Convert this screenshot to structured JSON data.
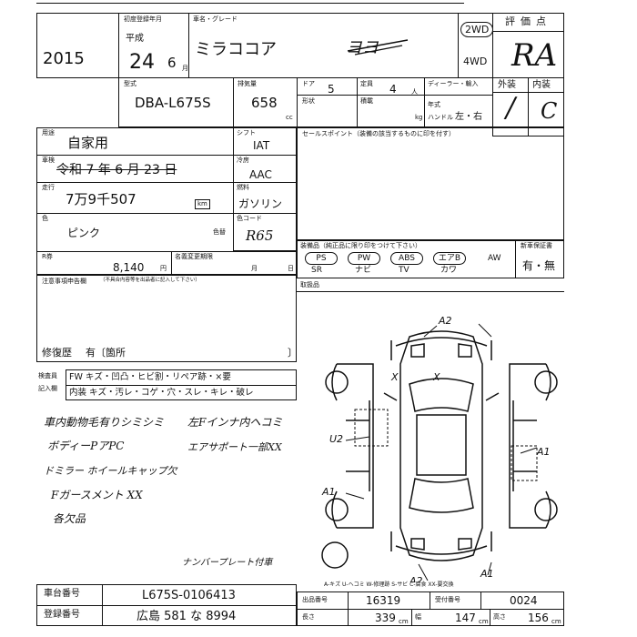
{
  "header": {
    "year": "2015",
    "era_label": "初度登録年月",
    "era": "平成",
    "reg_year": "24",
    "reg_month": "6",
    "month_suffix": "月",
    "name_label": "車名・グレード",
    "car_name": "ミラココア",
    "grade_scribble": "ヨヨ",
    "drive_2wd": "2WD",
    "drive_4wd": "4WD",
    "score_label": "評価点",
    "score": "RA",
    "exterior_label": "外装",
    "interior_label": "内装",
    "exterior_grade": "/",
    "interior_grade": "C"
  },
  "spec": {
    "model_label": "型式",
    "model": "DBA-L675S",
    "displacement_label": "排気量",
    "displacement": "658",
    "cc": "cc",
    "doors_label": "ドア",
    "doors": "5",
    "capacity_label": "定員",
    "capacity": "4",
    "person": "人",
    "type_label": "形状",
    "load_label": "積載",
    "kg": "kg",
    "dealer_label": "ディーラー・輸入",
    "year_label": "年式",
    "handle_label": "ハンドル",
    "handle": "左・右"
  },
  "left": {
    "use_label": "用途",
    "use": "自家用",
    "inspection_label": "車検",
    "inspection": "令和 7 年 6 月 23 日",
    "mileage_label": "走行",
    "mileage": "7万9千507",
    "km": "km",
    "color_label": "色",
    "color": "ピンク",
    "color_no_label": "色替",
    "recycle_label": "R券",
    "recycle": "8,140",
    "yen": "円",
    "deadline_label": "名義変更期限",
    "deadline_month": "月",
    "deadline_day": "日",
    "notes_label": "注意事項申告欄",
    "notes_sub": "（不具合内容等を出品者に記入して下さい）",
    "repair_label": "修復歴",
    "repair": "有〔箇所",
    "repair_close": "〕"
  },
  "trans": {
    "shift_label": "シフト",
    "shift": "IAT",
    "aircon_label": "冷房",
    "aircon": "AAC",
    "fuel_label": "燃料",
    "fuel": "ガソリン",
    "color_code_label": "色コード",
    "color_code": "R65"
  },
  "selling_points": {
    "label": "セールスポイント（装備の該当するものに印を付す）",
    "equip_label": "装備品（純正品に限り印をつけて下さい）",
    "options": [
      "PS",
      "PW",
      "ABS",
      "エアB",
      "AW",
      "SR",
      "ナビ",
      "TV",
      "カワ"
    ],
    "nav_label": "新車保証書",
    "nav_value": "有・無",
    "misc_label": "取扱品"
  },
  "inspector": {
    "label": "検査員",
    "label2": "記入欄",
    "row1": "FW キズ・凹凸・ヒビ割・リペア跡・×要",
    "row2": "内装 キズ・汚レ・コゲ・穴・スレ・キレ・破レ",
    "notes": [
      "車内動物毛有りシミシミ",
      "ボディーPアPC",
      "ドミラー ホイールキャップ欠",
      "Fガースメント XX",
      "各欠品",
      "左Fインナ内ヘコミ",
      "エアサポート一部XX"
    ]
  },
  "diagram": {
    "marks": [
      "A2",
      "X",
      "X",
      "U2",
      "A1",
      "A1",
      "A2",
      "A1"
    ],
    "plate_note": "ナンバープレート付車",
    "legend": "A-キズ U-ヘコミ W-修理跡 S-サビ C-腐食 XX-要交換"
  },
  "footer": {
    "lot_label": "車台番号",
    "lot": "L675S-0106413",
    "reg_label": "登録番号",
    "reg": "広島 581 な 8994",
    "auction_label": "出品番号",
    "auction_no": "16319",
    "length_label": "長さ",
    "length": "339",
    "width_label": "幅",
    "width": "147",
    "height_label": "高さ",
    "height": "156",
    "seat_label": "受付番号",
    "seat_no": "0024",
    "cm": "cm"
  }
}
